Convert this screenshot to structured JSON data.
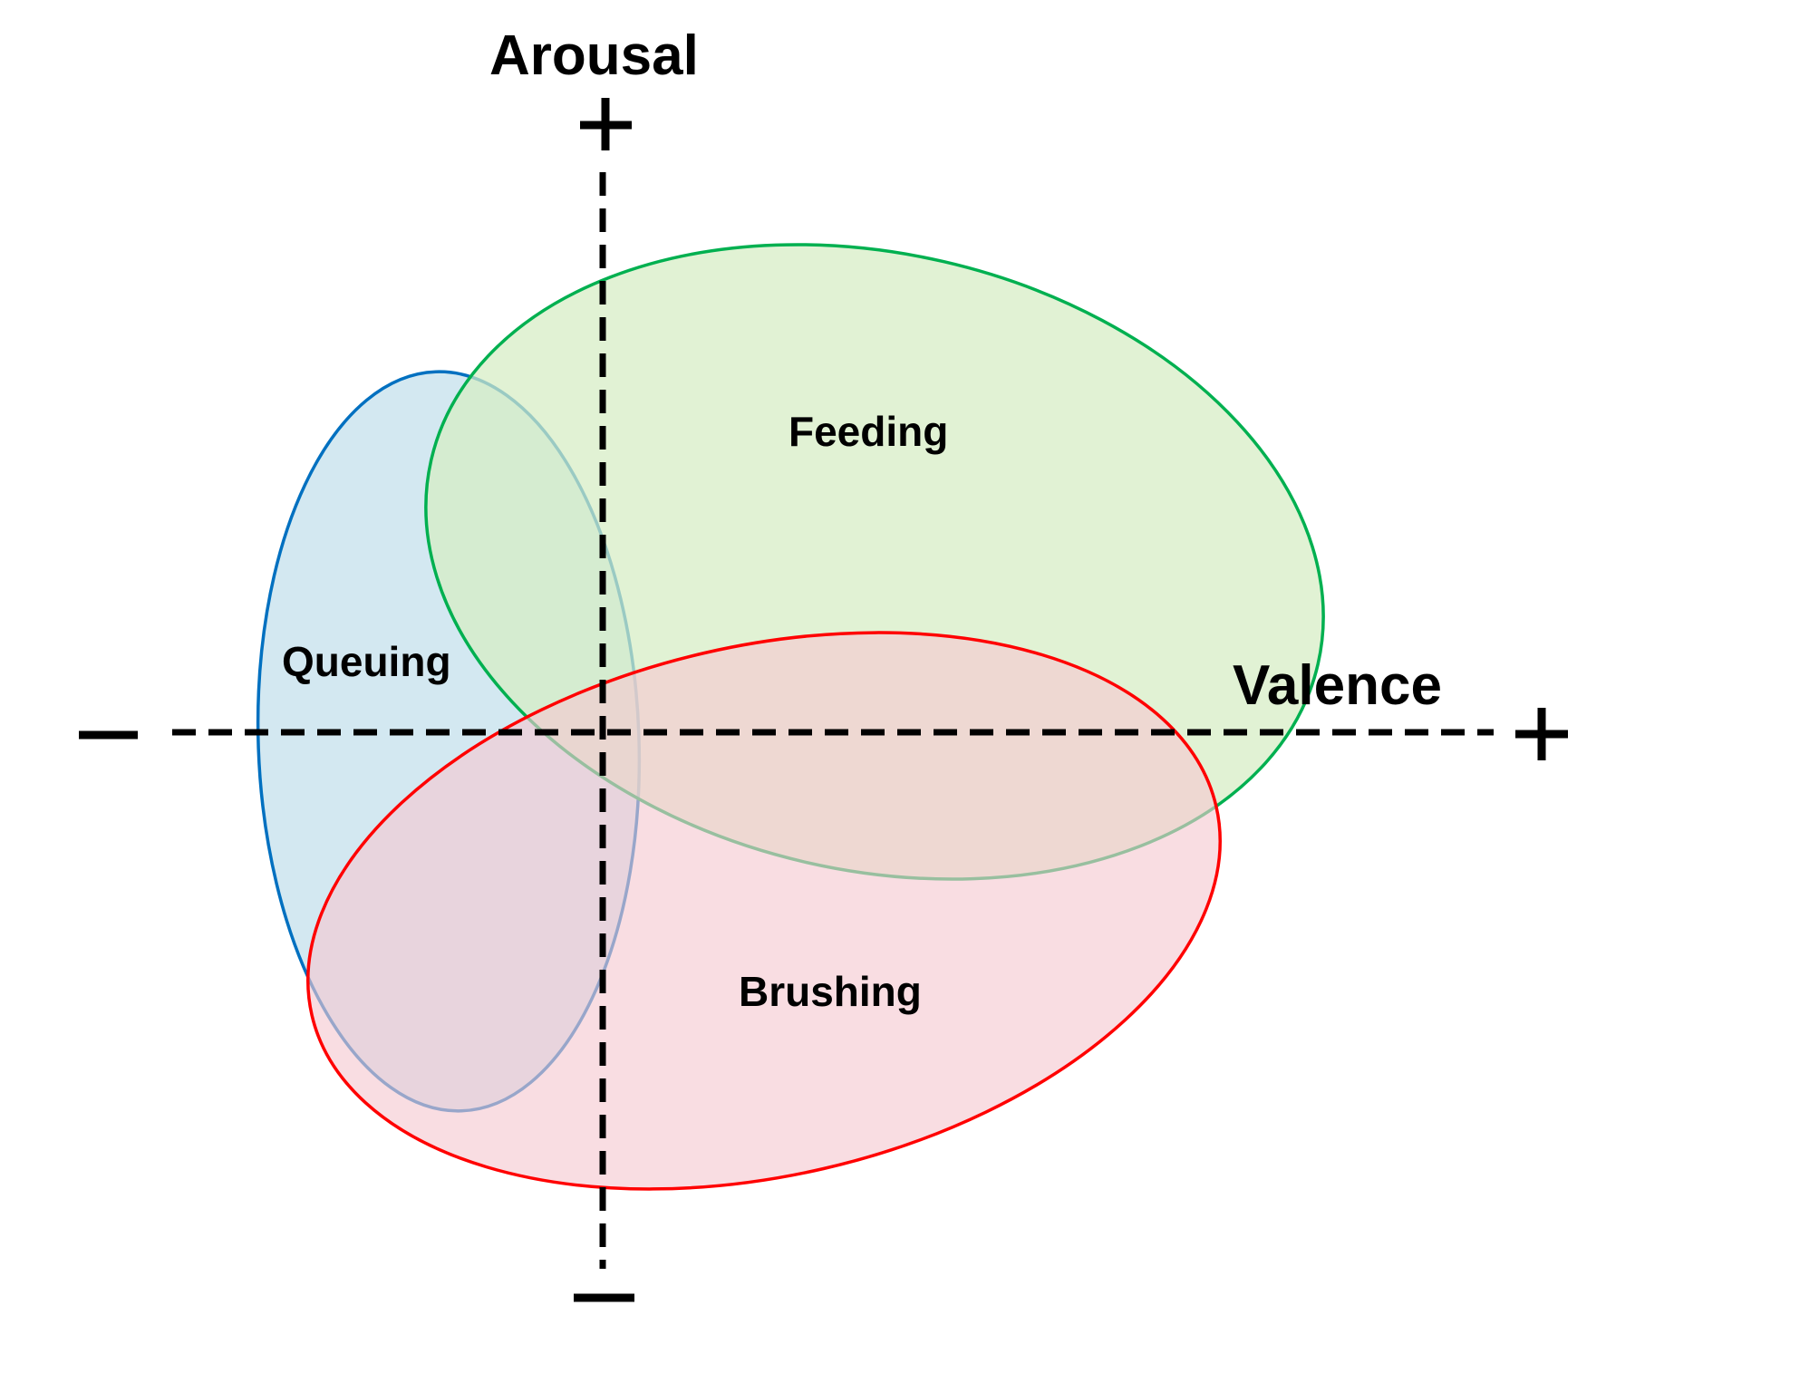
{
  "axes": {
    "vertical": {
      "title": "Arousal",
      "positive_sign": "+",
      "negative_sign": "–"
    },
    "horizontal": {
      "title": "Valence",
      "positive_sign": "+",
      "negative_sign": "–"
    }
  },
  "regions": [
    {
      "id": "queuing",
      "label": "Queuing",
      "stroke": "#0070C0",
      "fill": "#C9E3EE"
    },
    {
      "id": "feeding",
      "label": "Feeding",
      "stroke": "#00B050",
      "fill": "#D5EDC4"
    },
    {
      "id": "brushing",
      "label": "Brushing",
      "stroke": "#FF0000",
      "fill": "#F6C8D0"
    }
  ]
}
